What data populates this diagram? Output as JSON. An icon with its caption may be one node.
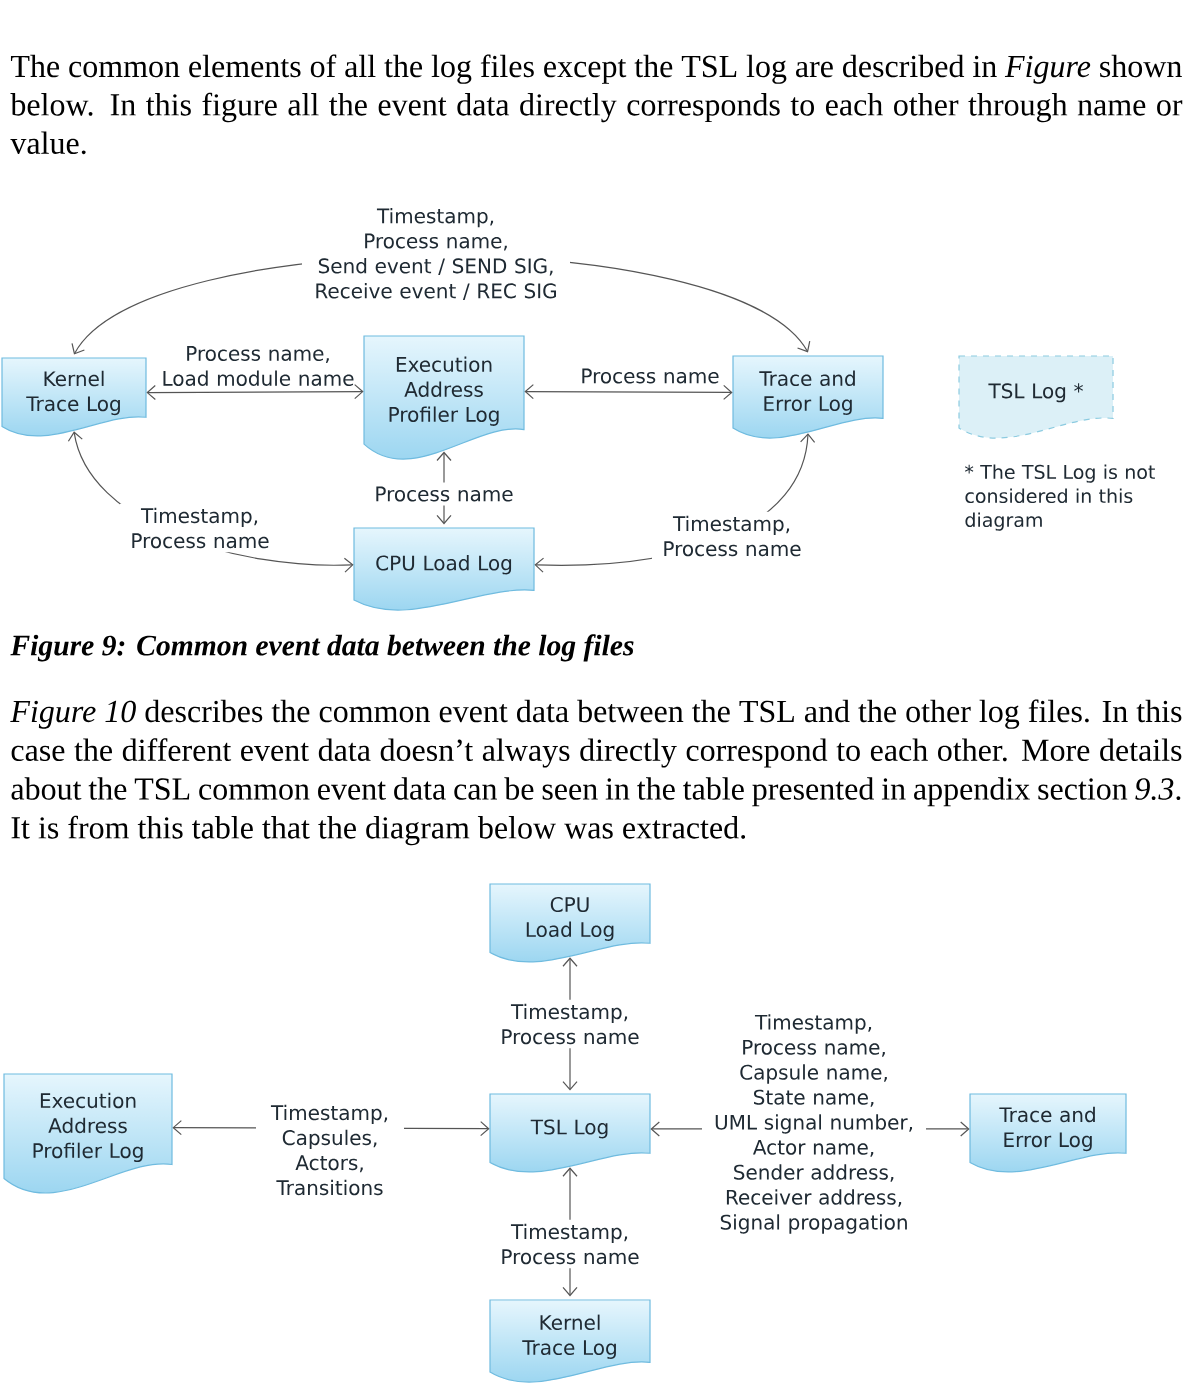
{
  "diagram": {
    "caption": "Figure 9: Common event data between the log files",
    "nodes": [
      {
        "text": [
          "Kernel Trace Log"
        ]
      },
      {
        "text": [
          "Execution Address Profiler Log"
        ]
      },
      {
        "text": [
          "Trace and Error Log"
        ]
      },
      {
        "text": [
          "CPU Load Log"
        ]
      },
      {
        "text": [
          "TSL Log *"
        ],
        "beside": [
          "* The TSL Log is not considered in this diagram"
        ]
      },
      {
        "text": [
          "CPU Load Log"
        ]
      },
      {
        "text": [
          "Execution Address Profiler Log"
        ]
      },
      {
        "text": [
          "TSL Log"
        ]
      },
      {
        "text": [
          "Trace and Error Log"
        ]
      },
      {
        "text": [
          "Kernel Trace Log"
        ]
      }
    ],
    "edges": [
      {
        "from": 0,
        "to": 2,
        "arrow": "both",
        "label": "Timestamp, Process name, Send event / SEND SIG, Receive event / REC SIG"
      },
      {
        "from": 0,
        "to": 1,
        "arrow": "both",
        "label": "Process name, Load module name"
      },
      {
        "from": 1,
        "to": 2,
        "arrow": "both",
        "label": "Process name"
      },
      {
        "from": 1,
        "to": 3,
        "arrow": "both",
        "label": "Process name"
      },
      {
        "from": 0,
        "to": 3,
        "arrow": "both",
        "label": "Timestamp, Process name"
      },
      {
        "from": 3,
        "to": 2,
        "arrow": "both",
        "label": "Timestamp, Process name"
      },
      {
        "from": 7,
        "to": 5,
        "arrow": "both",
        "label": "Timestamp, Process name"
      },
      {
        "from": 7,
        "to": 6,
        "arrow": "both",
        "label": "Timestamp, Capsules, Actors, Transitions"
      },
      {
        "from": 7,
        "to": 8,
        "arrow": "both",
        "label": "Timestamp, Process name, Capsule name, State name, UML signal number, Actor name, Sender address, Receiver address, Signal propagation"
      },
      {
        "from": 7,
        "to": 9,
        "arrow": "both",
        "label": "Timestamp, Process name"
      }
    ],
    "labels": [
      "The common elements of all the log files except the TSL log are described in *Figure* shown below. In this figure all the event data directly corresponds to each other through name or value.",
      "*Figure 10* describes the common event data between the TSL and the other log files. In this case the different event data doesn’t always directly correspond to each other. More details about the TSL common event data can be seen in the table presented in appendix section *9.3*. It is from this table that the diagram below was extracted."
    ]
  }
}
